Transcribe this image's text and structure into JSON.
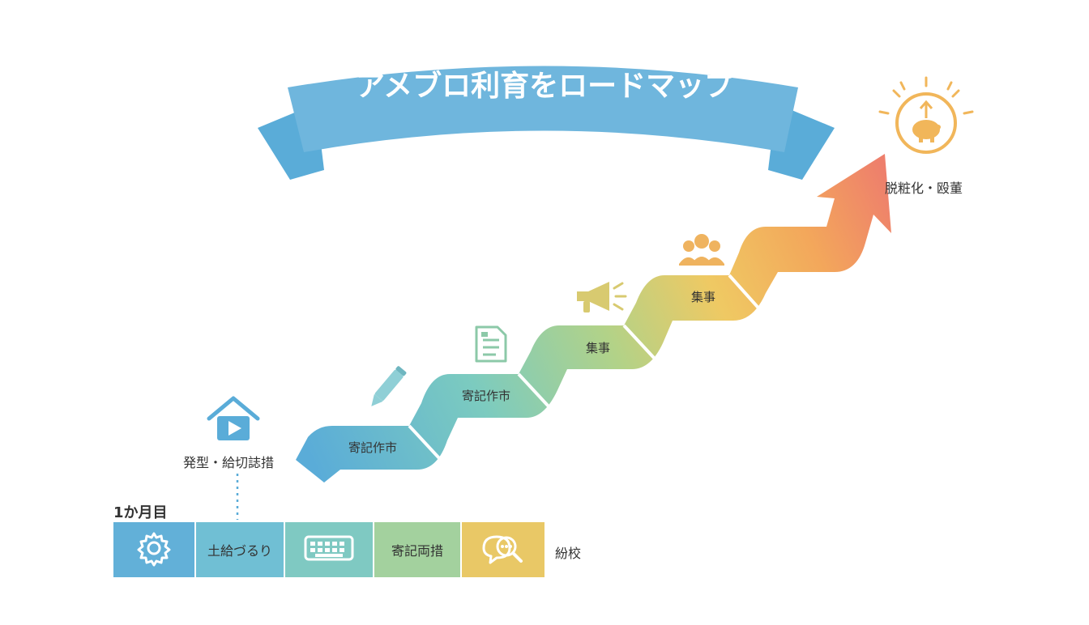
{
  "banner": {
    "title": "アメブロ利育をロードマップ"
  },
  "stairs": {
    "start_label": "発型・給切誌措",
    "steps": [
      {
        "label": "寄記作市",
        "icon": "pencil-icon"
      },
      {
        "label": "寄記作市",
        "icon": "document-icon"
      },
      {
        "label": "集事",
        "icon": "megaphone-icon"
      },
      {
        "label": "集事",
        "icon": "people-icon"
      }
    ],
    "goal_label": "脱粧化・殴董",
    "goal_icon": "piggy-bank-icon",
    "start_icon": "home-video-icon"
  },
  "timeline": {
    "month_label": "1か月目",
    "cells": [
      {
        "icon": "gear-icon",
        "label": ""
      },
      {
        "icon": "",
        "label": "土給づるり"
      },
      {
        "icon": "keyboard-icon",
        "label": ""
      },
      {
        "icon": "",
        "label": "寄記両措"
      },
      {
        "icon": "search-chat-icon",
        "label": ""
      }
    ],
    "end_label": "紛校"
  },
  "colors": {
    "blue": "#5aacd8",
    "teal": "#7ccbbf",
    "green": "#b2d288",
    "yellow": "#efc963",
    "orange": "#f3a75b",
    "coral": "#ee7f6c"
  }
}
